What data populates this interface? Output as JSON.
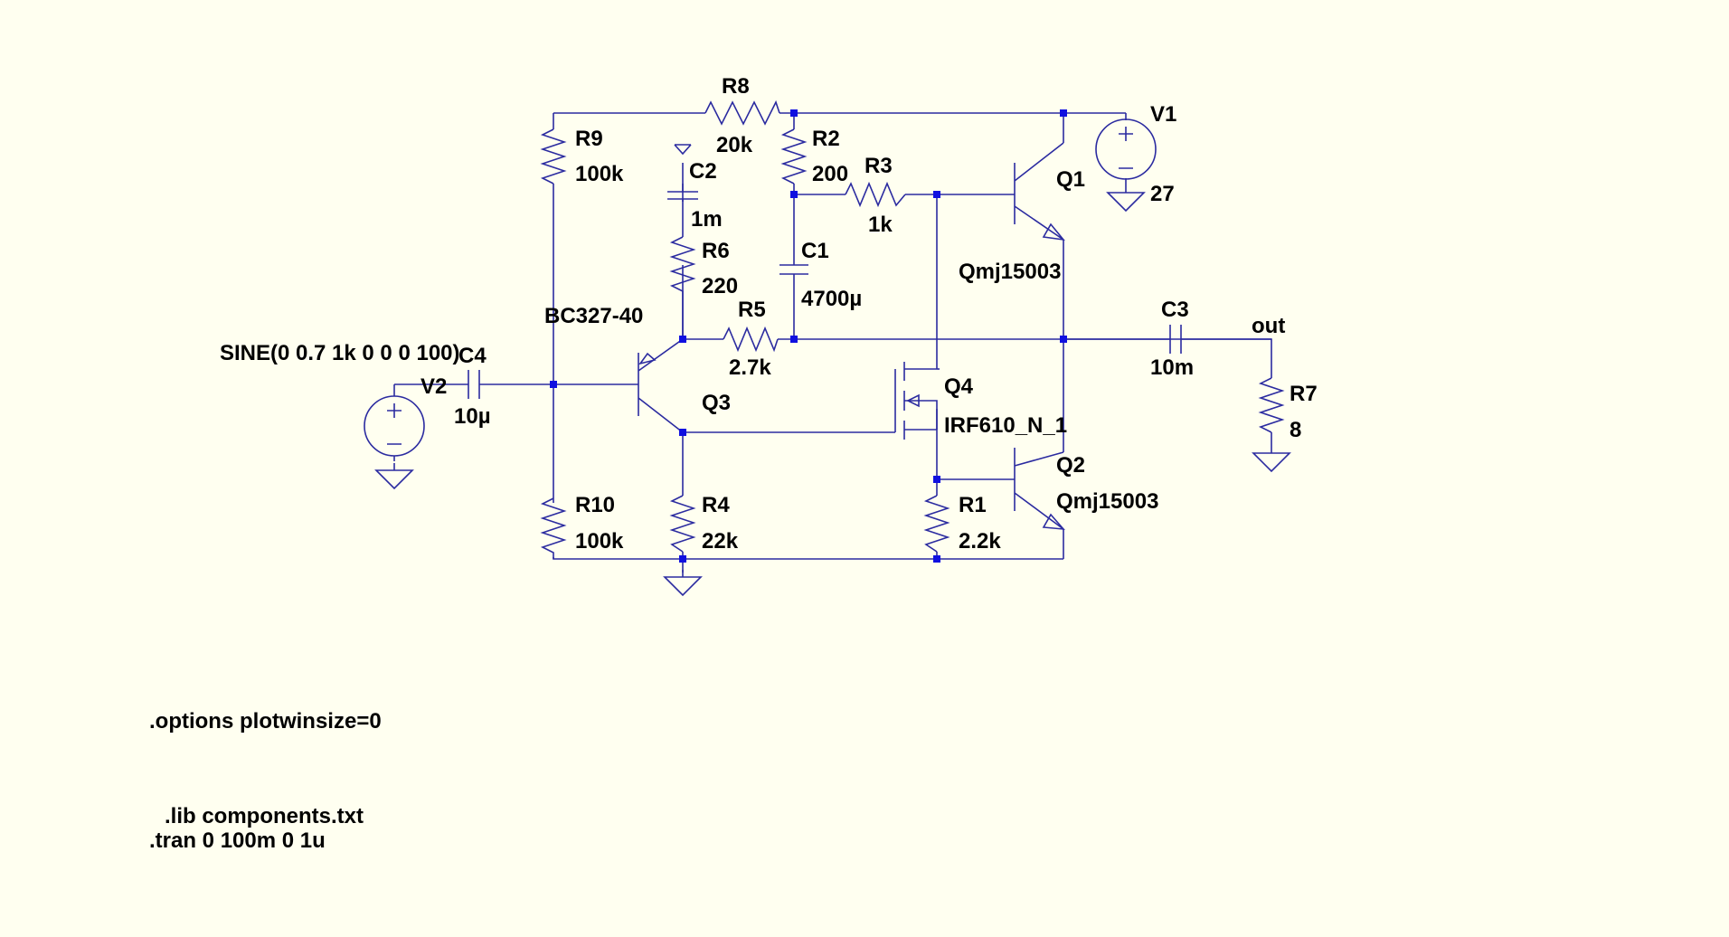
{
  "components": {
    "R8": {
      "ref": "R8",
      "value": "20k"
    },
    "R9": {
      "ref": "R9",
      "value": "100k"
    },
    "R2": {
      "ref": "R2",
      "value": "200"
    },
    "R3": {
      "ref": "R3",
      "value": "1k"
    },
    "C2": {
      "ref": "C2",
      "value": "1m"
    },
    "R6": {
      "ref": "R6",
      "value": "220"
    },
    "C1": {
      "ref": "C1",
      "value": "4700µ"
    },
    "R5": {
      "ref": "R5",
      "value": "2.7k"
    },
    "V1": {
      "ref": "V1",
      "value": "27"
    },
    "Q1": {
      "ref": "Q1",
      "value": "Qmj15003"
    },
    "Q2": {
      "ref": "Q2",
      "value": "Qmj15003"
    },
    "Q3": {
      "ref": "Q3",
      "value": "BC327-40"
    },
    "Q4": {
      "ref": "Q4",
      "value": "IRF610_N_1"
    },
    "C3": {
      "ref": "C3",
      "value": "10m"
    },
    "R7": {
      "ref": "R7",
      "value": "8"
    },
    "C4": {
      "ref": "C4",
      "value": "10µ"
    },
    "V2": {
      "ref": "V2",
      "value": "SINE(0 0.7 1k 0 0 0 100)"
    },
    "R10": {
      "ref": "R10",
      "value": "100k"
    },
    "R4": {
      "ref": "R4",
      "value": "22k"
    },
    "R1": {
      "ref": "R1",
      "value": "2.2k"
    }
  },
  "net_labels": {
    "out": "out"
  },
  "directives": {
    "options": ".options plotwinsize=0",
    "lib": ".lib components.txt",
    "tran": ".tran 0 100m 0 1u"
  }
}
